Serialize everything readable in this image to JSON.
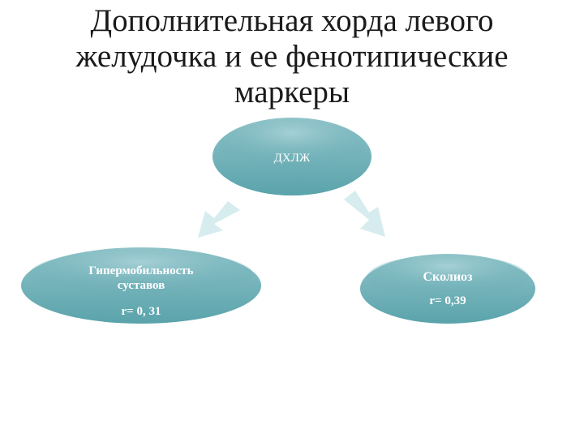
{
  "slide": {
    "title_lines": [
      "Дополнительная хорда левого",
      "желудочка  и  ее фенотипические",
      "маркеры"
    ]
  },
  "diagram": {
    "nodes": {
      "center": {
        "label": "ДХЛЖ"
      },
      "left": {
        "lines": [
          "Гипермобильность",
          "суставов",
          "r= 0, 31"
        ]
      },
      "right": {
        "lines": [
          "Сколиоз",
          "r= 0,39"
        ]
      }
    },
    "colors": {
      "node_fill_top": "#8fc3c9",
      "node_fill_bottom": "#5aa3ab",
      "arrow_fill": "#d6ecee",
      "text": "#ffffff"
    }
  }
}
